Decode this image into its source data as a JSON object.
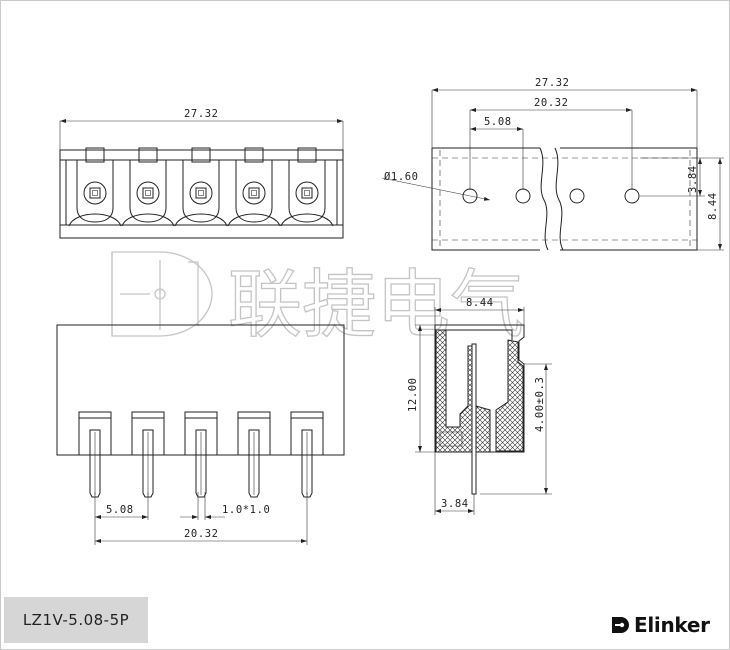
{
  "watermark": {
    "text": "联捷电气"
  },
  "model_label": "LZ1V-5.08-5P",
  "brand": {
    "name": "Elinker",
    "logo_icon": "elinker-logo-icon"
  },
  "dimensions": {
    "front_overall_width": "27.32",
    "side_overall_width": "27.32",
    "side_span": "20.32",
    "side_pitch": "5.08",
    "hole_diameter": "Ø1.60",
    "side_row_offset": "3.84",
    "side_depth": "8.44",
    "profile_width": "8.44",
    "profile_height": "12.00",
    "pin_length": "4.00±0.3",
    "pin_offset": "3.84",
    "bottom_pitch": "5.08",
    "pin_size": "1.0*1.0",
    "bottom_span": "20.32"
  }
}
